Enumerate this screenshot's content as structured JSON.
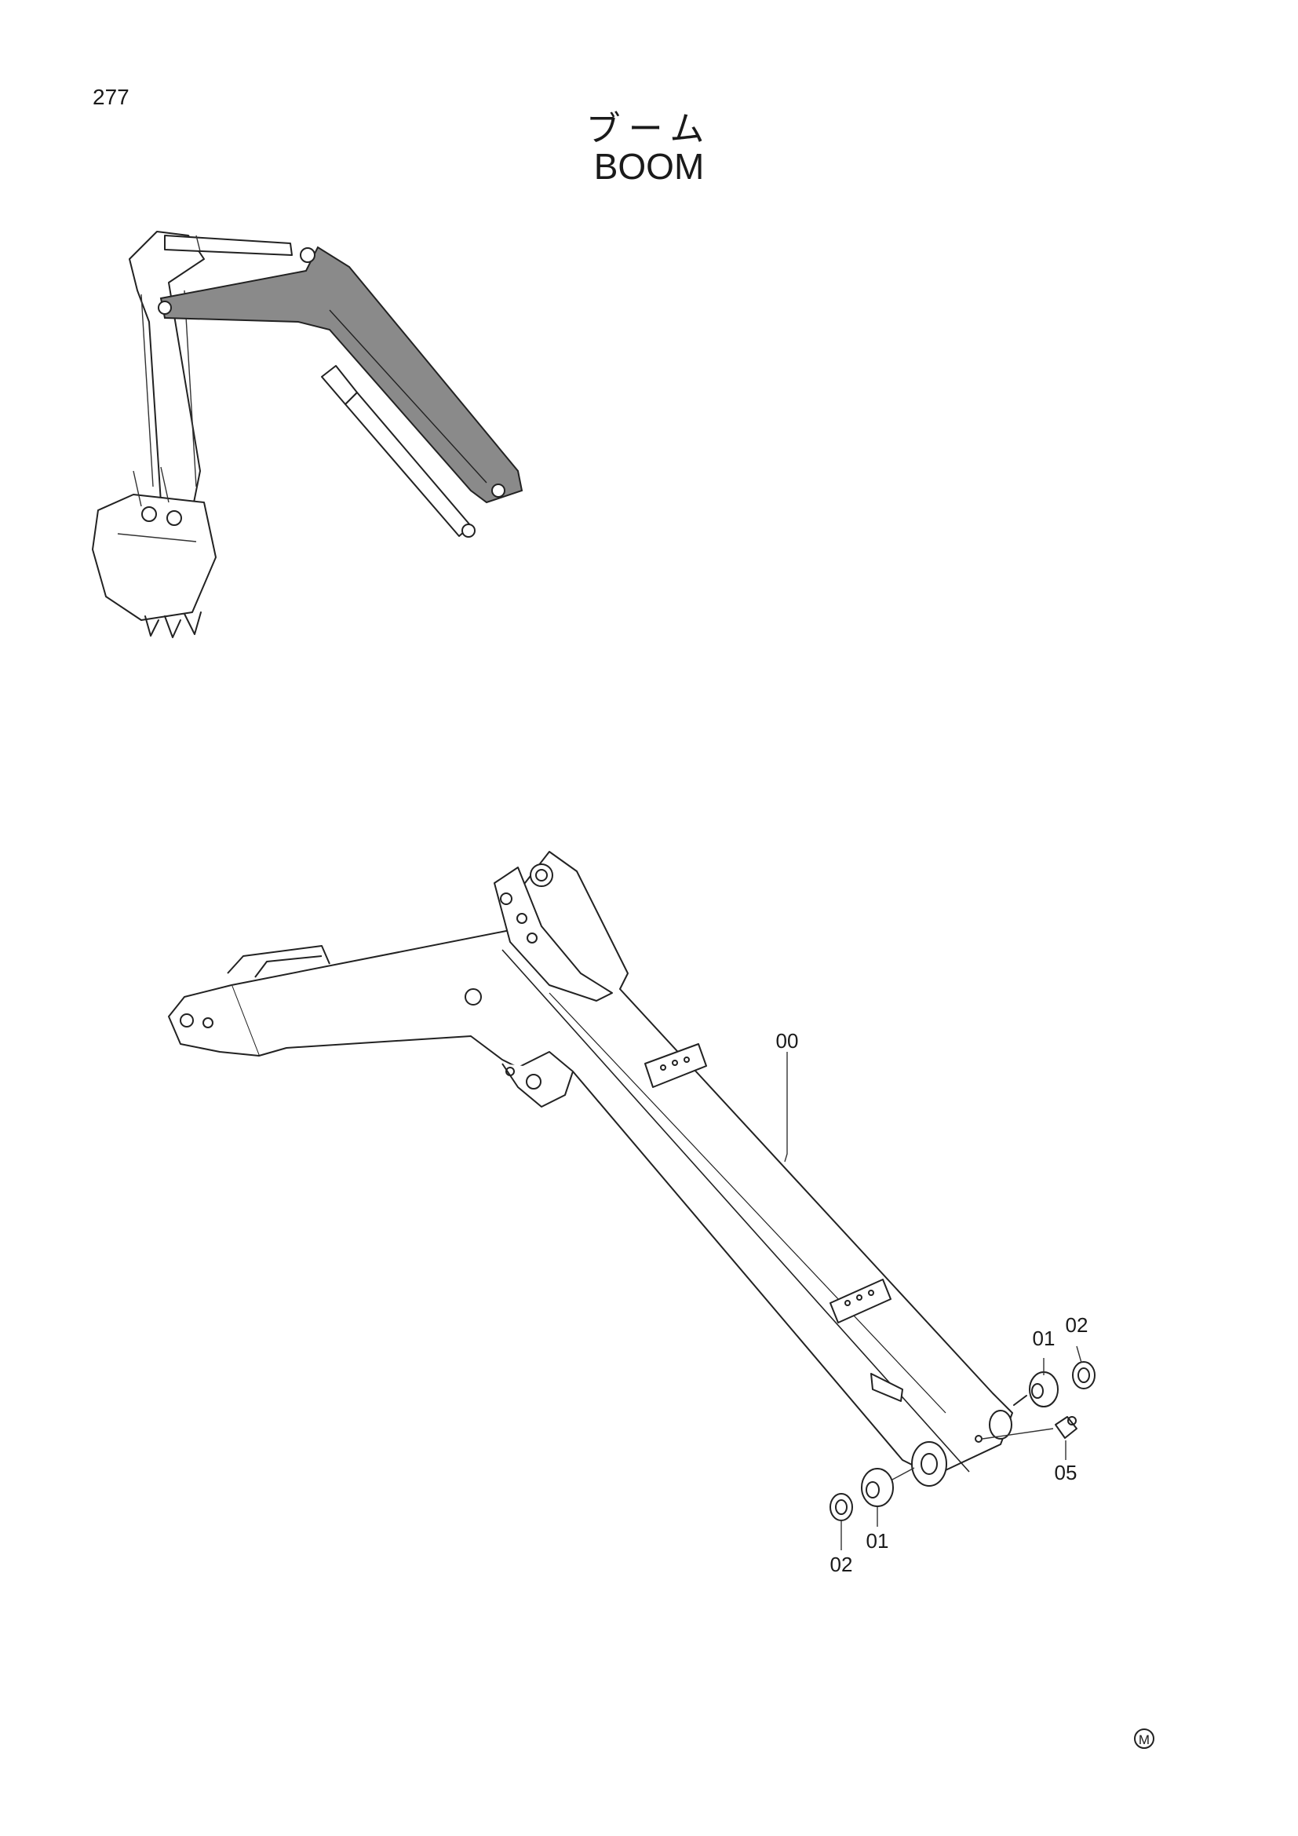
{
  "page_number": "277",
  "title_jp": "ブーム",
  "title_en": "BOOM",
  "callouts": [
    {
      "id": "c00",
      "text": "00"
    },
    {
      "id": "c01a",
      "text": "01"
    },
    {
      "id": "c02a",
      "text": "02"
    },
    {
      "id": "c05",
      "text": "05"
    },
    {
      "id": "c01b",
      "text": "01"
    },
    {
      "id": "c02b",
      "text": "02"
    }
  ],
  "mark": "M"
}
